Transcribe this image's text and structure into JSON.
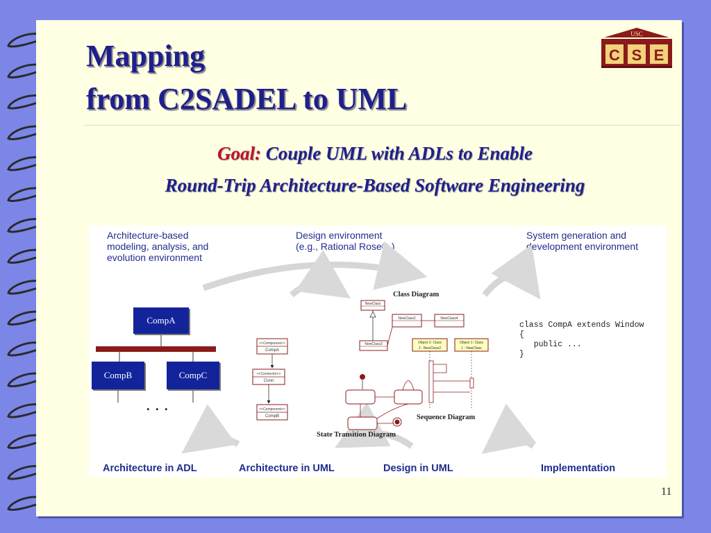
{
  "title": {
    "line1": "Mapping",
    "line2": "from C2SADEL to UML"
  },
  "logo": {
    "top_text": "USC",
    "letters": [
      "C",
      "S",
      "E"
    ]
  },
  "goal": {
    "label": "Goal:",
    "line1": " Couple UML with ADLs to Enable",
    "line2": "Round-Trip Architecture-Based Software Engineering"
  },
  "figure": {
    "environments": {
      "left": [
        "Architecture-based",
        "modeling, analysis, and",
        "evolution environment"
      ],
      "middle": [
        "Design environment",
        "(e.g., Rational Rose® )"
      ],
      "right": [
        "System generation and",
        "development environment"
      ]
    },
    "adl": {
      "comp_a": "CompA",
      "comp_b": "CompB",
      "comp_c": "CompC",
      "ellipsis": ". . ."
    },
    "uml_stereotype_boxes": {
      "box1_stereo": "<<Component>>",
      "box1_name": "CompA",
      "box2_stereo": "<<Connector>>",
      "box2_name": "Conn",
      "box3_stereo": "<<Component>>",
      "box3_name": "CompB"
    },
    "design": {
      "class_diagram_label": "Class Diagram",
      "sequence_diagram_label": "Sequence Diagram",
      "state_transition_label": "State Transition Diagram",
      "class_names": [
        "NewClass",
        "NewClass2",
        "NewClass4",
        "NewClass3"
      ],
      "objects": [
        {
          "line1": "Object 2: Class",
          "line2": "2 : NewClass2"
        },
        {
          "line1": "Object 1: Class",
          "line2": "1 : NewClass"
        }
      ]
    },
    "code_lines": [
      "class CompA extends Window",
      "{",
      "   public ...",
      "}"
    ],
    "stages": [
      "Architecture in ADL",
      "Architecture in UML",
      "Design in UML",
      "Implementation"
    ]
  },
  "page_number": "11",
  "colors": {
    "background": "#7b86e6",
    "slide": "#ffffe3",
    "title": "#1f1f8c",
    "goal_label": "#c0102a",
    "adl_box": "#13249b",
    "adl_bus": "#8b1a1a",
    "uml_lines": "#8b1a1a"
  },
  "icons": [
    "spiral-binding-ring-icon",
    "usc-cse-logo-icon",
    "curved-arrow-icon"
  ]
}
